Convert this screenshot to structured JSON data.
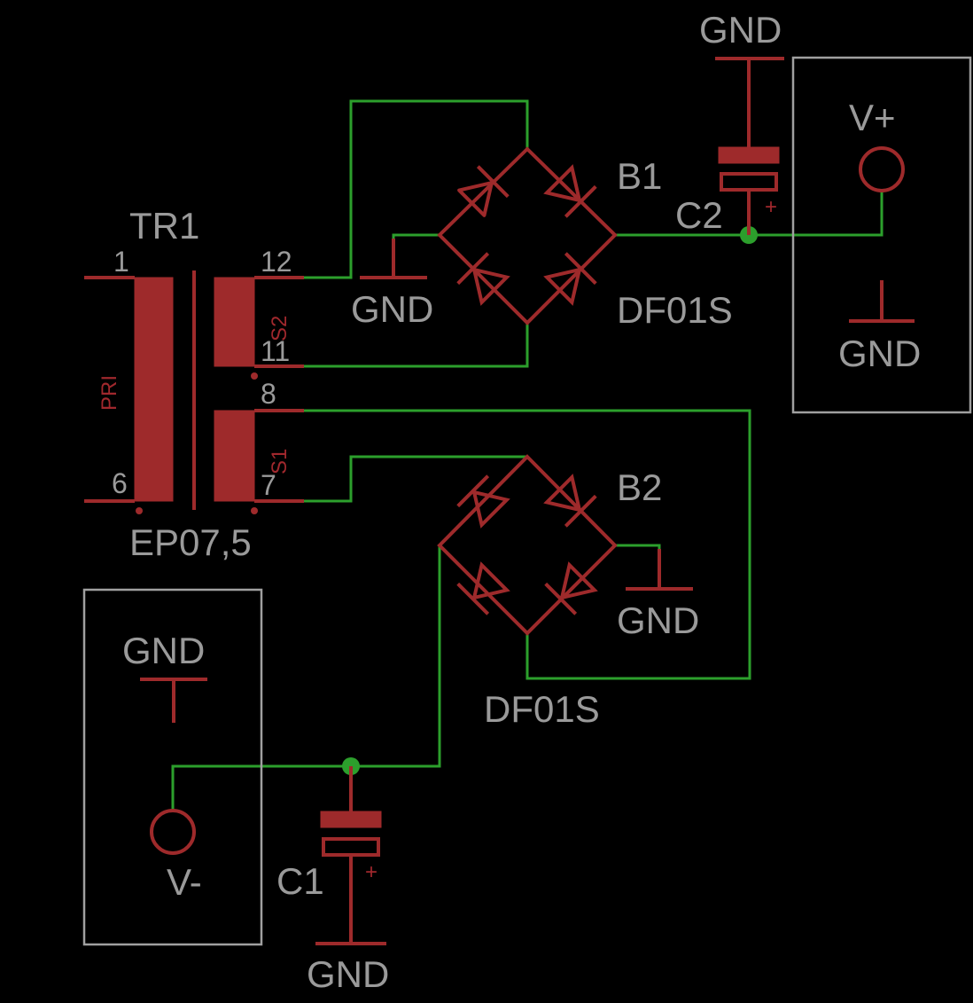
{
  "colors": {
    "background": "#000000",
    "wire": "#2c9f2c",
    "symbol": "#9e2a2b",
    "label": "#9a9a9a",
    "frame": "#a0a0a0"
  },
  "transformer": {
    "name": "TR1",
    "value": "EP07,5",
    "primary_label": "PRI",
    "secondary1_label": "S1",
    "secondary2_label": "S2",
    "pins": {
      "p1": "1",
      "p6": "6",
      "p12": "12",
      "p11": "11",
      "p8": "8",
      "p7": "7"
    }
  },
  "bridges": {
    "b1": {
      "name": "B1",
      "value": "DF01S"
    },
    "b2": {
      "name": "B2",
      "value": "DF01S"
    }
  },
  "capacitors": {
    "c1": {
      "name": "C1",
      "polarity": "+"
    },
    "c2": {
      "name": "C2",
      "polarity": "+"
    }
  },
  "supplies": {
    "vplus": "V+",
    "vminus": "V-"
  },
  "grounds": {
    "gnd_c2": "GND",
    "gnd_b1": "GND",
    "gnd_vplus": "GND",
    "gnd_b2": "GND",
    "gnd_vminus": "GND",
    "gnd_c1": "GND"
  }
}
